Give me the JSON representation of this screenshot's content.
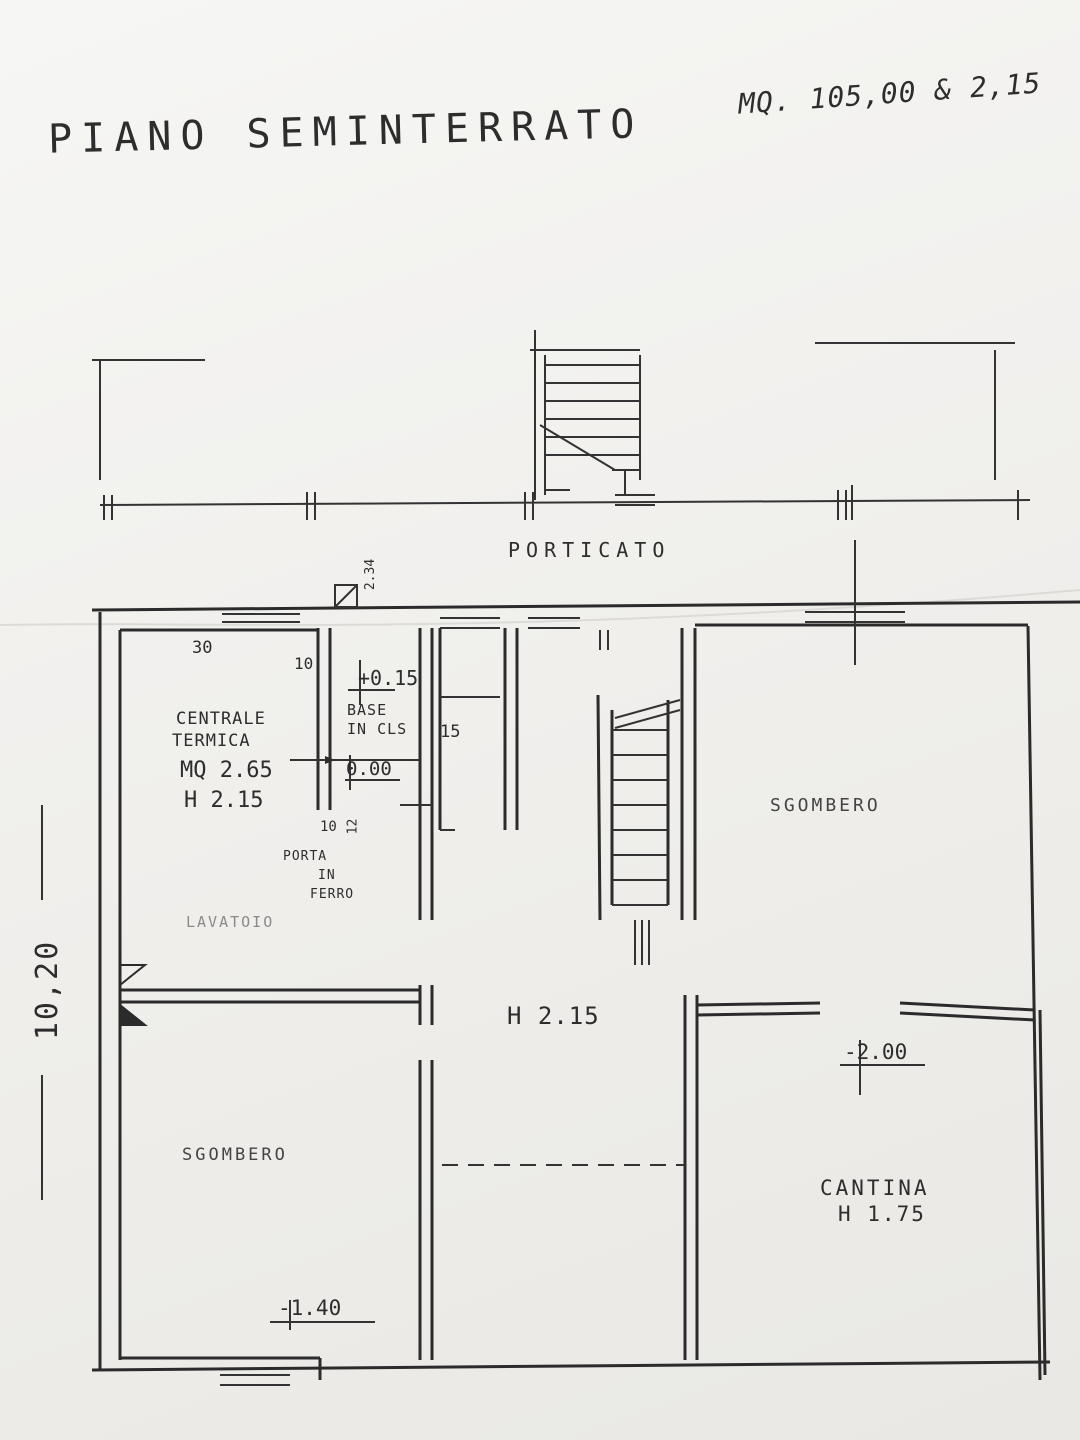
{
  "title": {
    "main": "PIANO SEMINTERRATO",
    "area": "MQ. 105,00 & 2,15"
  },
  "labels": {
    "porticato": "PORTICATO",
    "dim_30": "30",
    "dim_10a": "10",
    "dim_10b": "10",
    "dim_small_top": "2.34",
    "dim_small_mid": "12",
    "level_015": "+0.15",
    "base_line1": "BASE",
    "base_line2": "IN CLS",
    "dim_15": "15",
    "level_000": "0.00",
    "centrale_line1": "CENTRALE",
    "centrale_line2": "TERMICA",
    "centrale_area": "MQ 2.65",
    "centrale_h": "H 2.15",
    "porta_line1": "PORTA",
    "porta_line2": "IN",
    "porta_line3": "FERRO",
    "lavatoio": "LAVATOIO",
    "sgombero_right": "SGOMBERO",
    "h_center": "H 2.15",
    "level_200": "-2.00",
    "sgombero_left": "SGOMBERO",
    "cantina_line1": "CANTINA",
    "cantina_line2": "H 1.75",
    "level_140": "-1.40",
    "overall_dim": "10,20"
  },
  "colors": {
    "ink": "#2b2b2b",
    "paper": "#f1f0ed"
  }
}
